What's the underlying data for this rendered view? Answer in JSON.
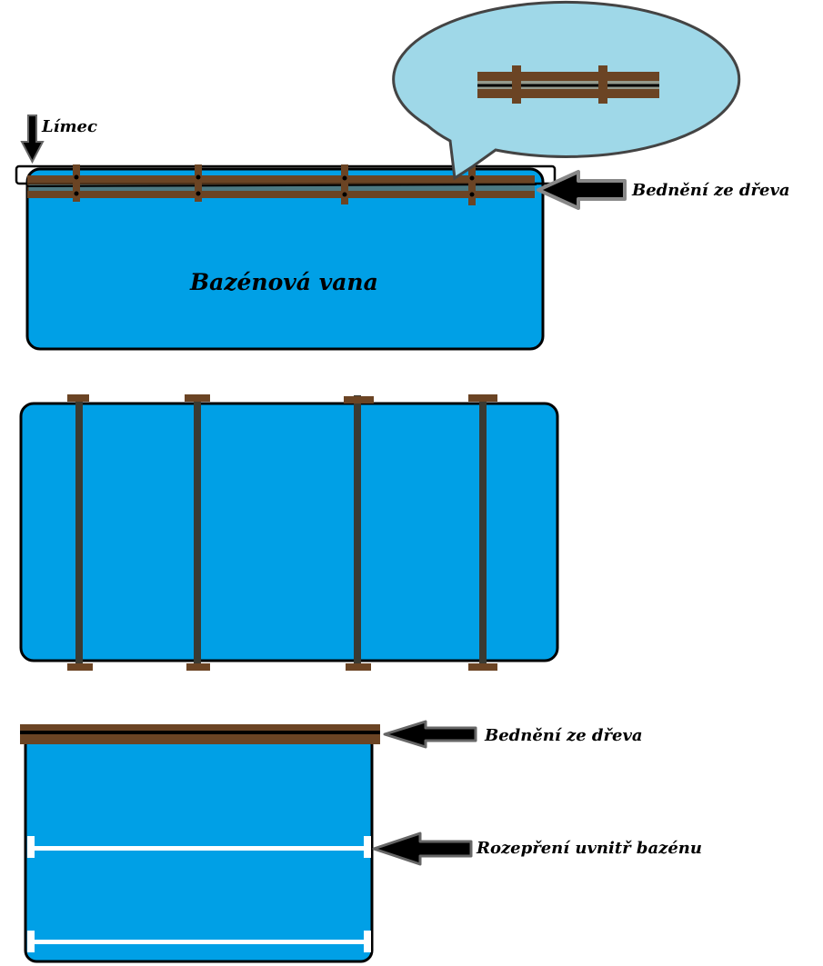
{
  "labels": {
    "collar": "Límec",
    "wood_formwork_top": "Bednění ze dřeva",
    "pool_tub": "Bazénová vana",
    "wood_formwork_bottom": "Bednění ze dřeva",
    "inner_bracing": "Rozepření uvnitř bazénu"
  },
  "colors": {
    "water": "#00a0e6",
    "callout_bubble": "#9fd8e8",
    "wood": "#6b4424",
    "strap": "#3a3a32",
    "outline": "#000000",
    "arrow_border": "#808080",
    "bracing": "#ffffff"
  },
  "icons": [
    "down-arrow-icon",
    "left-arrow-icon"
  ]
}
